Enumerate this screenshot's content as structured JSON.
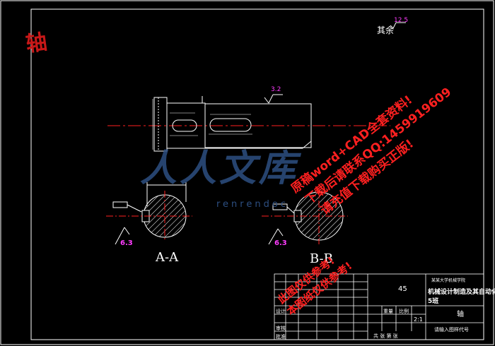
{
  "corner_char": "轴",
  "rest_label": "其余",
  "rest_roughness": "12.5",
  "roughness_top": "3.2",
  "roughness_left": "6.3",
  "roughness_right": "6.3",
  "section_a": "A-A",
  "section_b": "B-B",
  "watermark_brand": "人人文库",
  "watermark_url": "renrendoc",
  "promo_lines": [
    "原稿word+CAD全套资料!",
    "下载后请联系QQ:1459919609",
    "请充值下载购买正版!"
  ],
  "promo_lines_2": [
    "此图仅供参考!",
    "本图纸仅供参考!"
  ],
  "title_block": {
    "school": "某某大学机械学院",
    "project_line1": "机械设计制造及其自动化",
    "project_line2": "5班",
    "material": "45",
    "part_name": "轴",
    "scale": "2:1",
    "designer": "设计",
    "check": "审核",
    "approve": "批准",
    "weight_label": "重量",
    "scale_label": "比例",
    "sheet_label": "共  张  第  张",
    "drawing_no": "请输入图样代号"
  },
  "colors": {
    "line": "#ffffff",
    "red": "#ff2020",
    "magenta": "#ff3cff",
    "brand_blue": "#2d4f82"
  }
}
